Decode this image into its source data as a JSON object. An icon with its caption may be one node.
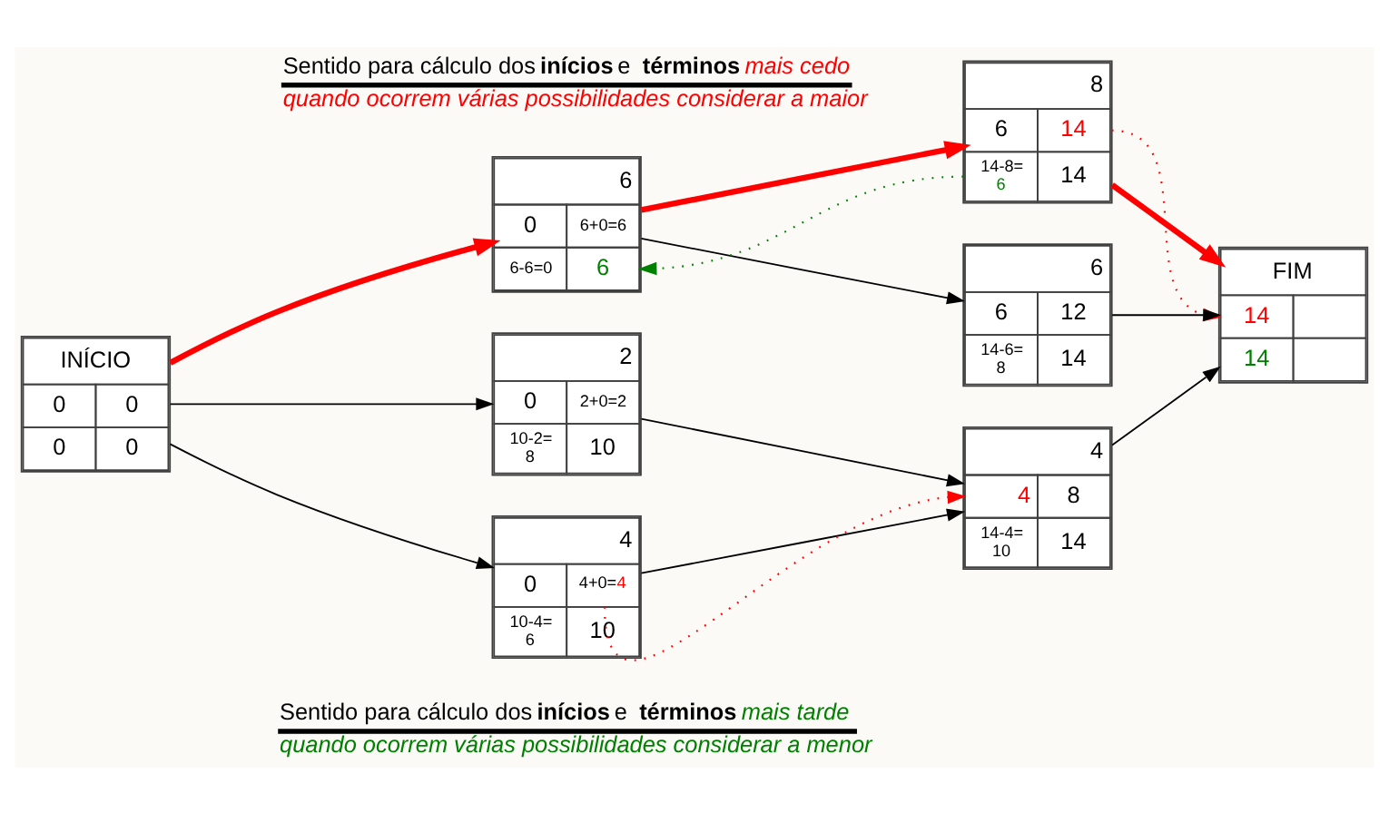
{
  "diagram": {
    "nodes": [
      {
        "text": [
          "INÍCIO",
          "0",
          "0",
          "0",
          "0"
        ]
      },
      {
        "text": [
          "6",
          "0",
          "6+0=6",
          "6-6=0",
          "6"
        ]
      },
      {
        "text": [
          "2",
          "0",
          "2+0=2",
          "10-2= 8",
          "10"
        ]
      },
      {
        "text": [
          "4",
          "0",
          "4+0=4",
          "10-4= 6",
          "10"
        ]
      },
      {
        "text": [
          "8",
          "6",
          "14",
          "14-8= 6",
          "14"
        ]
      },
      {
        "text": [
          "6",
          "6",
          "12",
          "14-6= 8",
          "14"
        ]
      },
      {
        "text": [
          "4",
          "4",
          "8",
          "14-4= 10",
          "14"
        ]
      },
      {
        "text": [
          "FIM",
          "14",
          "14"
        ]
      }
    ],
    "edges": [
      {
        "from": 0,
        "to": 1,
        "arrow": "to",
        "style": "thick",
        "color": "#ff0000"
      },
      {
        "from": 0,
        "to": 2,
        "arrow": "to"
      },
      {
        "from": 0,
        "to": 3,
        "arrow": "to"
      },
      {
        "from": 1,
        "to": 4,
        "arrow": "to",
        "style": "thick",
        "color": "#ff0000"
      },
      {
        "from": 1,
        "to": 5,
        "arrow": "to"
      },
      {
        "from": 2,
        "to": 6,
        "arrow": "to"
      },
      {
        "from": 3,
        "to": 6,
        "arrow": "to"
      },
      {
        "from": 4,
        "to": 7,
        "arrow": "to",
        "style": "thick",
        "color": "#ff0000"
      },
      {
        "from": 5,
        "to": 7,
        "arrow": "to"
      },
      {
        "from": 6,
        "to": 7,
        "arrow": "to"
      },
      {
        "from": 4,
        "to": 7,
        "arrow": "to",
        "style": "dashed",
        "color": "#ff0000"
      },
      {
        "from": 4,
        "to": 1,
        "arrow": "to",
        "style": "dashed",
        "color": "#008000"
      },
      {
        "from": 3,
        "to": 6,
        "arrow": "to",
        "style": "dashed",
        "color": "#ff0000"
      }
    ],
    "labels": [
      "Sentido para cálculo dos **inícios** e **términos** *mais cedo*",
      "quando ocorrem várias possibilidades considerar a maior",
      "Sentido para cálculo dos **inícios** e **términos** *mais tarde*",
      "quando ocorrem várias possibilidades considerar a menor"
    ]
  }
}
